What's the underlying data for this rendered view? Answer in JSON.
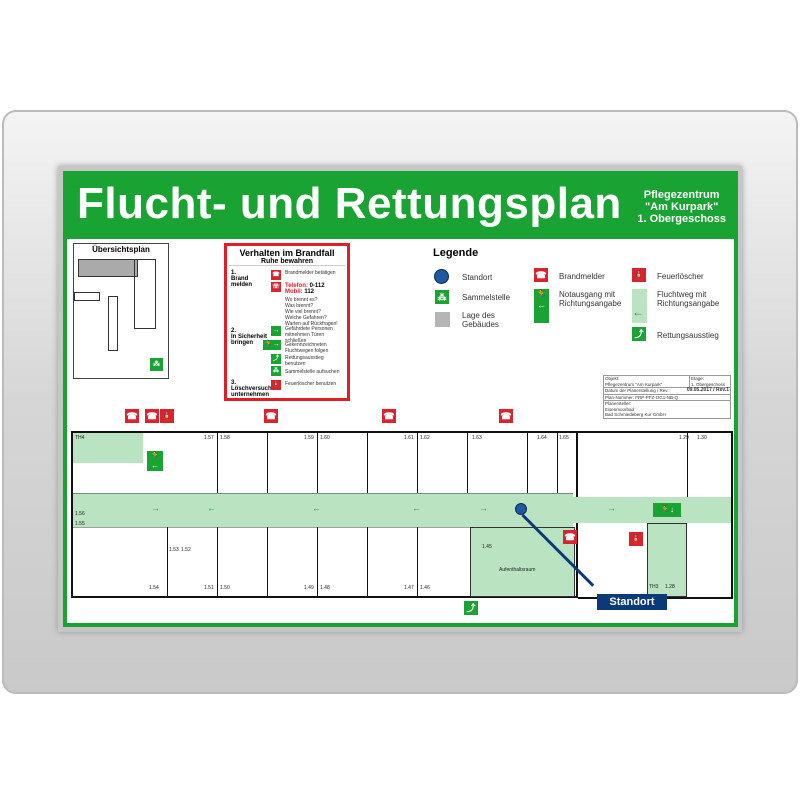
{
  "header": {
    "title": "Flucht- und Rettungsplan",
    "object_lines": [
      "Pflegezentrum",
      "\"Am Kurpark\"",
      "1. Obergeschoss"
    ]
  },
  "overview": {
    "title": "Übersichtsplan"
  },
  "fire": {
    "title": "Verhalten im Brandfall",
    "subtitle": "Ruhe bewahren",
    "step1": "1.",
    "step1_label": "Brand melden",
    "s1a": "Brandmelder betätigen",
    "tel_label": "Telefon:",
    "tel": "0-112",
    "mob_label": "Mobil:",
    "mob": "112",
    "questions": [
      "Wo brennt es?",
      "Was brennt?",
      "Wie viel brennt?",
      "Welche Gefahren?",
      "Warten auf Rückfragen!"
    ],
    "step2": "2.",
    "step2_label": "In Sicherheit bringen",
    "s2a": "Gefährdete Personen mitnehmen Türen schließen",
    "s2b": "Gekennzeichneten Fluchtwegen folgen",
    "s2c": "Rettungsausstieg benutzen",
    "s2d": "Sammelstelle aufsuchen",
    "step3": "3.",
    "step3_label": "Löschversuch unternehmen",
    "s3a": "Feuerlöscher benutzen"
  },
  "legend": {
    "title": "Legende",
    "items": [
      "Standort",
      "Sammelstelle",
      "Lage des Gebäudes",
      "Brandmelder",
      "Notausgang mit Richtungsangabe",
      "Feuerlöscher",
      "Fluchtweg mit Richtungsangabe",
      "Rettungsausstieg"
    ]
  },
  "info": {
    "objekt_label": "Objekt:",
    "objekt": "Pflegezentrum \"Am Kurpark\"",
    "etage_label": "Etage:",
    "etage": "1. Obergeschoss",
    "datum_label": "Datum der Planerstellung / Rev.:",
    "datum": "09.05.2017 / Rev.1",
    "plan": "Plan-Nummer: FRP-PFZ-OG1-NB-Q",
    "planer_label": "Planersteller:",
    "planer1": "Eisenmoorbad",
    "planer2": "Bad Schmiedeberg Kur GmbH"
  },
  "rooms": [
    "TH4",
    "1.57",
    "1.58",
    "1.59",
    "1.60",
    "1.61",
    "1.62",
    "1.63",
    "1.64",
    "1.65",
    "1.29",
    "1.30",
    "1.56",
    "1.55",
    "1.53",
    "1.52",
    "1.54",
    "1.51",
    "1.50",
    "1.49",
    "1.48",
    "1.47",
    "1.46",
    "1.45",
    "Aufenthaltsraum",
    "TH3",
    "1.28"
  ],
  "standort": "Standort",
  "colors": {
    "green": "#19a332",
    "red": "#d7242f",
    "route": "#b9e3c1",
    "standort": "#0b3a78"
  }
}
